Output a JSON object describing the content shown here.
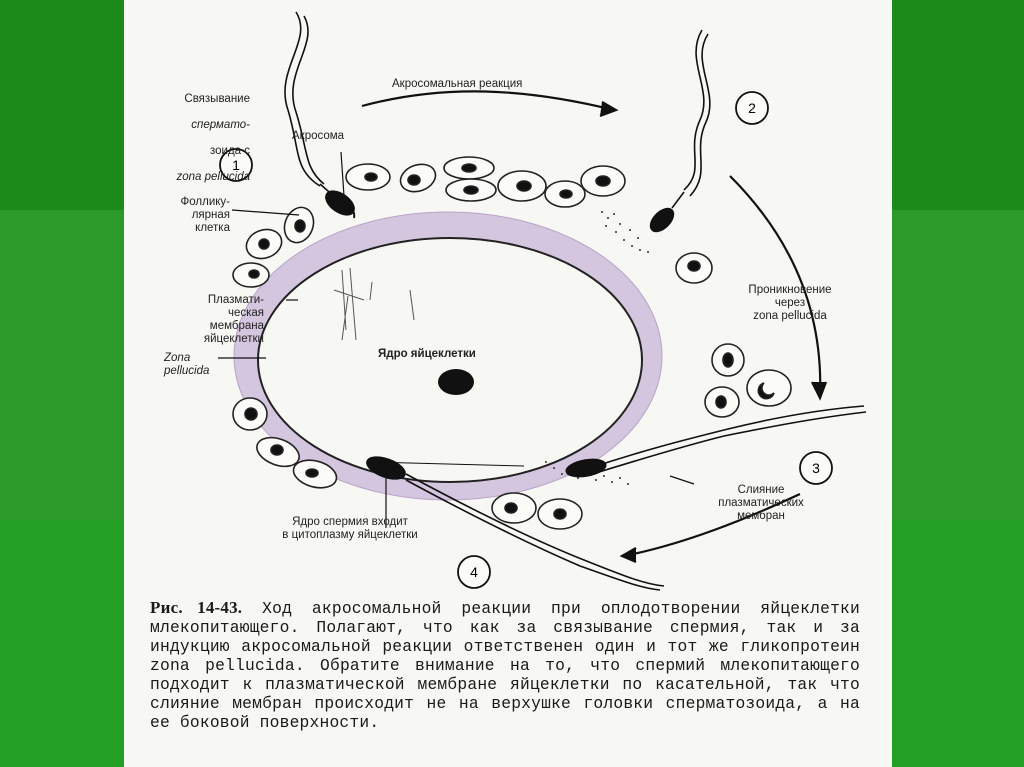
{
  "labels": {
    "binding_line1": "Связывание",
    "binding_line2": "спермато-",
    "binding_line3": "зоида с",
    "binding_line4": "zona pellucida",
    "acrosome": "Акросома",
    "acrosomal_reaction": "Акросомальная реакция",
    "follicular_cell": "Фоллику-\nлярная\nклетка",
    "plasma_membrane": "Плазмати-\nческая\nмембрана\nяйцеклетки",
    "zona_pellucida": "Zona\npellucida",
    "egg_nucleus": "Ядро яйцеклетки",
    "penetration": "Проникновение\nчерез\nzona pellucida",
    "fusion": "Слияние\nплазматических\nмембран",
    "sperm_nucleus_enters": "Ядро спермия входит\nв цитоплазму яйцеклетки"
  },
  "steps": [
    "1",
    "2",
    "3",
    "4"
  ],
  "caption": {
    "figure_ref": "Рис. 14-43.",
    "text": "Ход акросомальной реакции при оплодотворении яйцеклетки млекопитающего. Полагают, что как за связывание спермия, так и за индукцию акросомальной реакции ответственен один и тот же гликопротеин zona pellucida. Обратите внимание на то, что спермий млекопитающего подходит к плазматической мембране яйцеклетки по касательной, так что слияние мембран происходит не на верхушке головки сперматозоида, а на ее боковой поверхности."
  },
  "colors": {
    "background": "#1f8f1f",
    "page": "#f7f7f4",
    "ink": "#111111",
    "zona": "#c9b9d6"
  }
}
